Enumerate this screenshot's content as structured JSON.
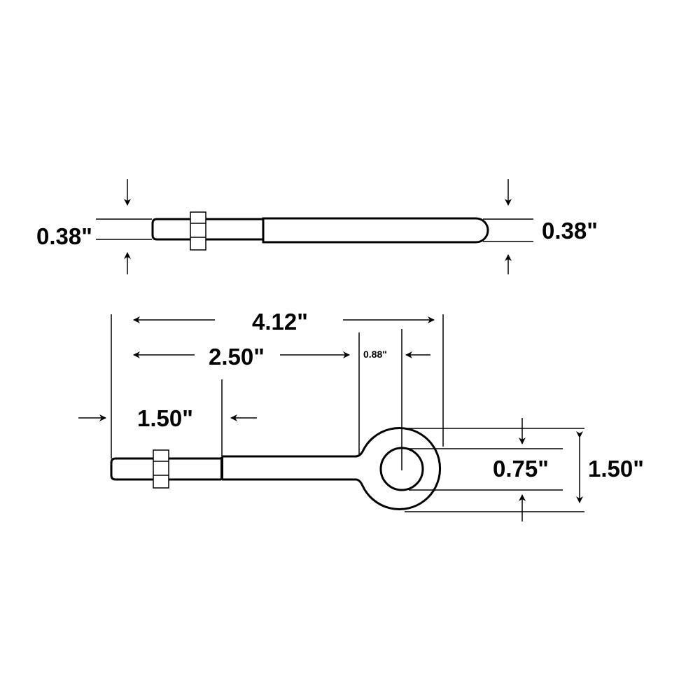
{
  "diagram": {
    "type": "technical drawing",
    "subject": "eye bolt with hex nut",
    "line_color": "#000000",
    "background": "#ffffff"
  },
  "top_view": {
    "left_dimension": "0.38\"",
    "right_dimension": "0.38\""
  },
  "side_view": {
    "overall_length": "4.12\"",
    "shank_length": "2.50\"",
    "eye_offset": "0.88\"",
    "thread_length": "1.50\"",
    "eye_inner_diameter": "0.75\"",
    "eye_outer_diameter": "1.50\""
  }
}
